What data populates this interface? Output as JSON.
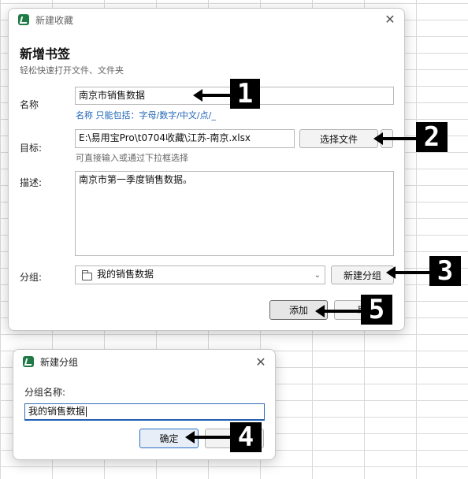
{
  "bookmark_dialog": {
    "window_title": "新建收藏",
    "heading": "新增书签",
    "subheading": "轻松快速打开文件、文件夹",
    "name_label": "名称",
    "name_value": "南京市销售数据",
    "name_hint": "名称 只能包括：字母/数字/中文/点/_",
    "target_label": "目标:",
    "target_value": "E:\\易用宝Pro\\t0704收藏\\江苏-南京.xlsx",
    "choose_file_label": "选择文件",
    "target_hint": "可直接输入或通过下拉框选择",
    "desc_label": "描述:",
    "desc_value": "南京市第一季度销售数据。",
    "group_label": "分组:",
    "group_selected": "我的销售数据",
    "new_group_label": "新建分组",
    "add_label": "添加",
    "cancel_label": "取"
  },
  "group_dialog": {
    "window_title": "新建分组",
    "group_name_label": "分组名称:",
    "group_name_value": "我的销售数据",
    "ok_label": "确定",
    "cancel_label": "取"
  },
  "markers": [
    "1",
    "2",
    "3",
    "4",
    "5"
  ],
  "icons": {
    "app": "excel-app-icon",
    "close": "close-icon",
    "folder": "folder-icon",
    "dropdown": "chevron-down-icon"
  },
  "colors": {
    "accent_green": "#1f7a45",
    "hint_blue": "#2166b6",
    "marker_black": "#000000"
  }
}
